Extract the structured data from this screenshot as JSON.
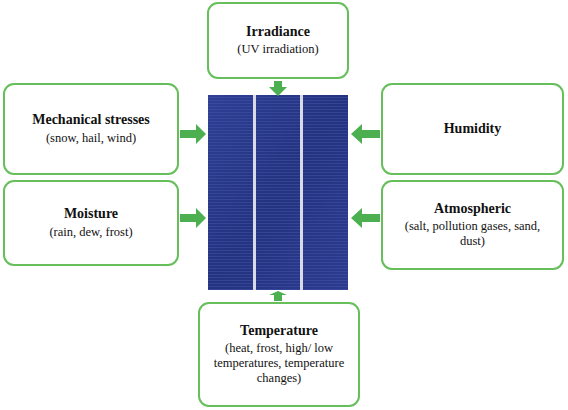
{
  "diagram": {
    "nodes": [
      {
        "text": [
          "Irradiance",
          "(UV irradiation)"
        ]
      },
      {
        "text": [
          "Mechanical stresses",
          "(snow, hail, wind)"
        ]
      },
      {
        "text": [
          "Humidity"
        ]
      },
      {
        "text": [
          "Moisture",
          "(rain, dew, frost)"
        ]
      },
      {
        "text": [
          "Atmospheric",
          "(salt, pollution gases, sand, dust)"
        ]
      },
      {
        "text": [
          "Temperature",
          "(heat, frost, high/ low temperatures, temperature changes)"
        ]
      }
    ]
  }
}
